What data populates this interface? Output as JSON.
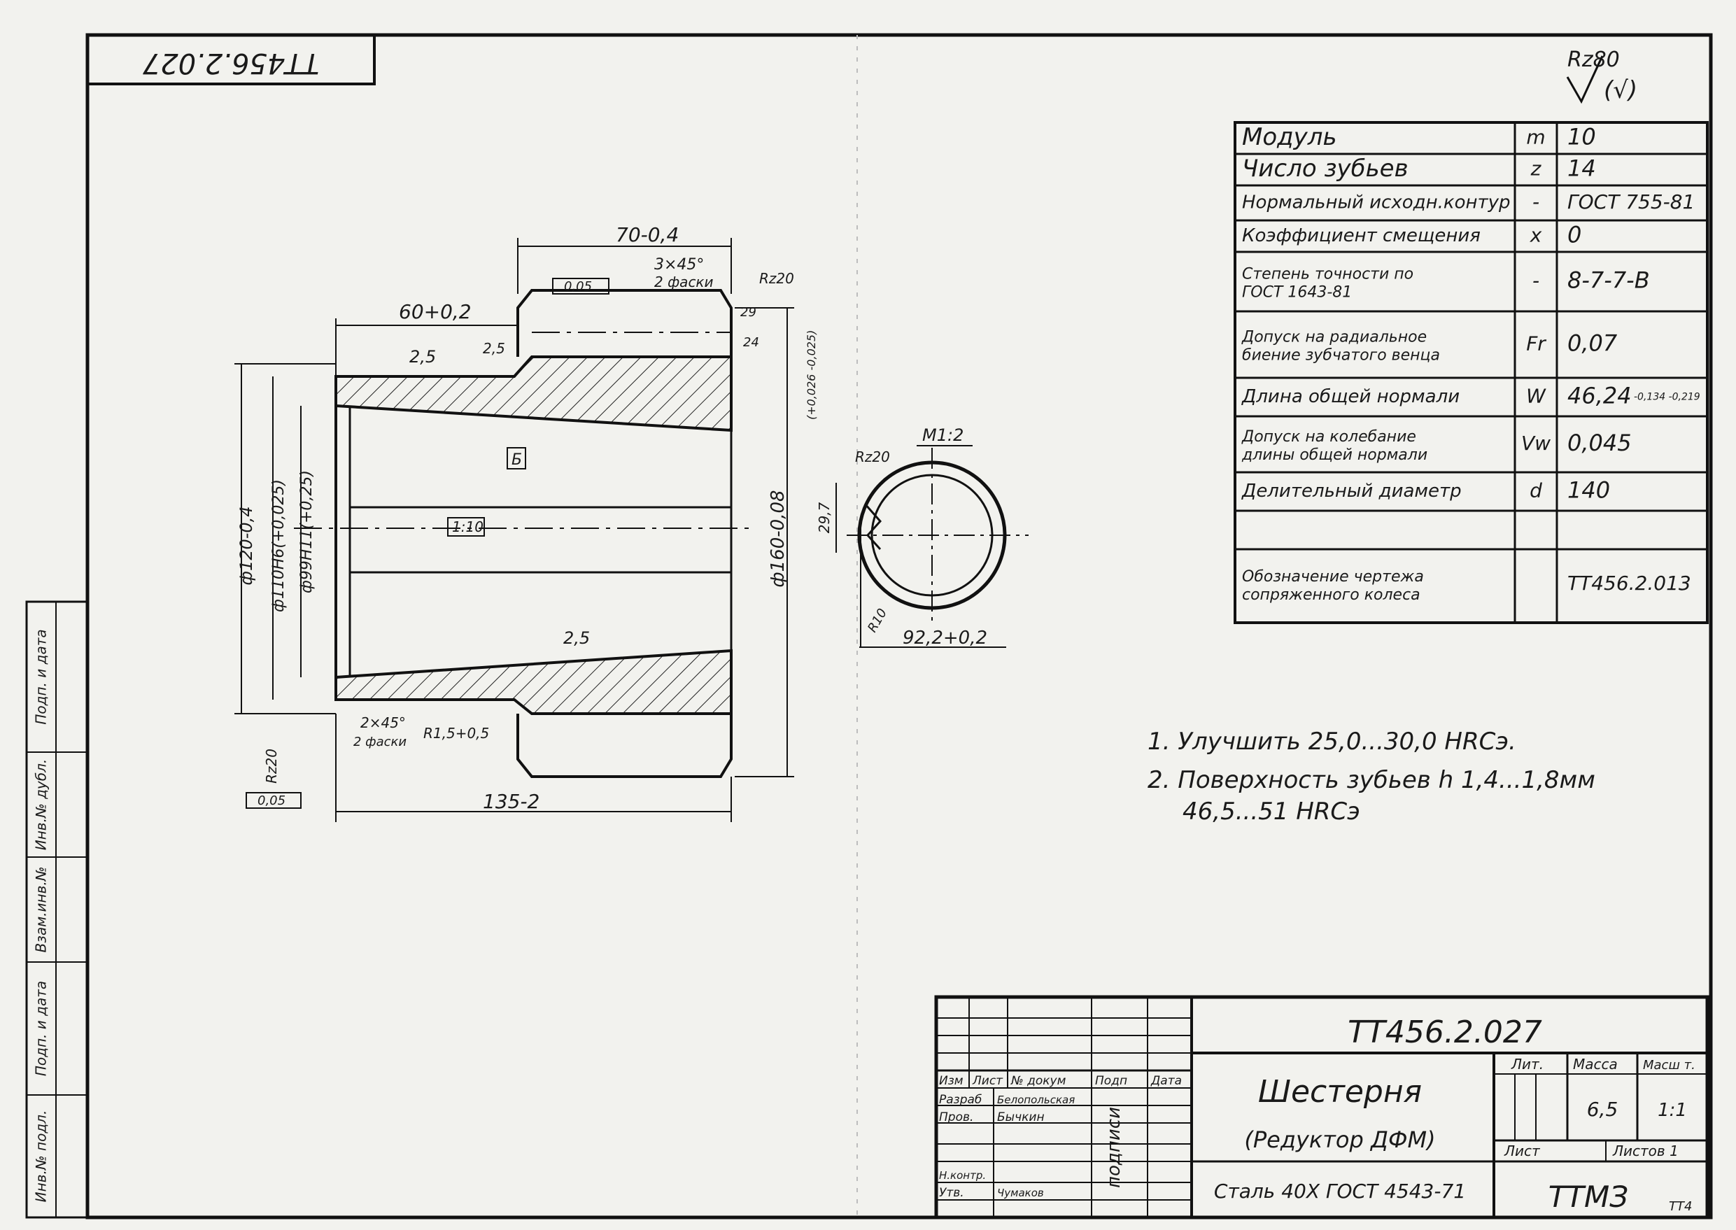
{
  "stamp_code_rotated": "TT456.2.027",
  "roughness_mark": "Rz80",
  "roughness_mark_suffix": "(√)",
  "params_table": {
    "rows": [
      {
        "name": "Модуль",
        "symbol": "m",
        "value": "10"
      },
      {
        "name": "Число зубьев",
        "symbol": "z",
        "value": "14"
      },
      {
        "name": "Нормальный исходн.контур",
        "symbol": "-",
        "value": "ГОСТ 755-81"
      },
      {
        "name": "Коэффициент смещения",
        "symbol": "x",
        "value": "0"
      },
      {
        "name": "Степень точности по ГОСТ 1643-81",
        "symbol": "-",
        "value": "8-7-7-В"
      },
      {
        "name": "Допуск на радиальное биение зубчатого венца",
        "symbol": "Fr",
        "value": "0,07"
      },
      {
        "name": "Длина общей нормали",
        "symbol": "W",
        "value": "46,24",
        "value_tol": "-0,134 -0,219"
      },
      {
        "name": "Допуск на колебание длины общей нормали",
        "symbol": "Vw",
        "value": "0,045"
      },
      {
        "name": "Делительный диаметр",
        "symbol": "d",
        "value": "140"
      },
      {
        "name": "",
        "symbol": "",
        "value": ""
      },
      {
        "name": "Обозначение чертежа сопряженного колеса",
        "symbol": "",
        "value": "TT456.2.013"
      }
    ]
  },
  "notes": [
    "1. Улучшить 25,0...30,0 HRCэ.",
    "2. Поверхность зубьев h 1,4...1,8мм",
    "46,5...51 HRCэ"
  ],
  "dimensions": {
    "len_70": "70-0,4",
    "chamfer_3x45": "3×45°",
    "two_chamfers_top": "2 фаски",
    "rz20_top": "Rz20",
    "tol_005_top": "0,05",
    "len_60": "60+0,2",
    "v_29": "29",
    "v_24": "24",
    "rough_25_top": "2,5",
    "rough_25_small": "2,5",
    "datum_b": "Б",
    "taper": "1:10",
    "d120": "ф120-0,4",
    "d110": "ф110Н6(+0,025)",
    "d99": "ф99Н11(+0,25)",
    "d160": "ф160-0,08",
    "rough_25_bottom": "2,5",
    "chamfer_2x45": "2×45°",
    "two_chamfers_bottom": "2 фаски",
    "r15": "R1,5+0,5",
    "rz20_left": "Rz20",
    "tol_005_left": "0,05",
    "len_135": "135-2",
    "section_scale": "М1:2",
    "section_rz20": "Rz20",
    "section_297": "29,7",
    "section_297_tol": "(+0,026 -0,025)",
    "section_922": "92,2+0,2",
    "section_r": "R10"
  },
  "title_block": {
    "code": "TT456.2.027",
    "title": "Шестерня",
    "subtitle": "(Редуктор ДФМ)",
    "material": "Сталь 40Х ГОСТ 4543-71",
    "org": "ТТМЗ",
    "org_sub": "ТТ4",
    "headers": {
      "izm": "Изм",
      "list": "Лист",
      "ndoc": "№ докум",
      "podp": "Подп",
      "data": "Дата",
      "lit": "Лит.",
      "massa": "Масса",
      "masshtab": "Масш т.",
      "list2": "Лист",
      "listov": "Листов 1"
    },
    "mass_value": "6,5",
    "scale_value": "1:1",
    "razrab": "Разраб",
    "razrab_name": "Белопольская",
    "prov": "Пров.",
    "prov_name": "Бычкин",
    "nkontr": "Н.контр.",
    "utv": "Утв.",
    "utv_name": "Чумаков",
    "podpisi": "подписи"
  },
  "side_strip": {
    "labels": [
      "Инв.№ подл.",
      "Подп. и дата",
      "Взам.инв.№",
      "Инв.№ дубл.",
      "Подп. и дата"
    ]
  }
}
